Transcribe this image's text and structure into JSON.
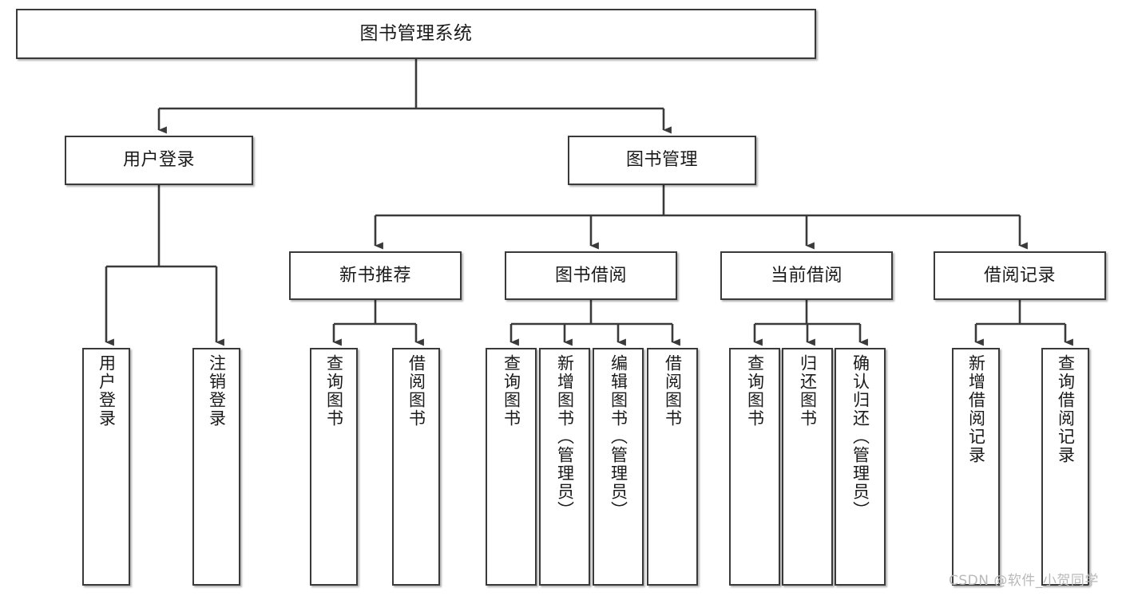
{
  "diagram": {
    "title": "图书管理系统",
    "watermark": "CSDN @软件_小贺同学",
    "line_color": "#3a3a3a",
    "box_fill": "#ffffff",
    "text_color": "#1a1a1a",
    "nodes": {
      "root": {
        "label": "图书管理系统"
      },
      "level2": [
        {
          "id": "user-login",
          "label": "用户登录"
        },
        {
          "id": "book-manage",
          "label": "图书管理"
        }
      ],
      "level3": [
        {
          "id": "new-book-recommend",
          "label": "新书推荐"
        },
        {
          "id": "book-borrow",
          "label": "图书借阅"
        },
        {
          "id": "current-borrow",
          "label": "当前借阅"
        },
        {
          "id": "borrow-record",
          "label": "借阅记录"
        }
      ],
      "leaves": {
        "user_login": [
          {
            "id": "leaf-user-login",
            "label": "用户登录"
          },
          {
            "id": "leaf-user-logout",
            "label": "注销登录"
          }
        ],
        "new_book_recommend": [
          {
            "id": "leaf-query-book-1",
            "label": "查询图书"
          },
          {
            "id": "leaf-borrow-book-1",
            "label": "借阅图书"
          }
        ],
        "book_borrow": [
          {
            "id": "leaf-query-book-2",
            "label": "查询图书"
          },
          {
            "id": "leaf-add-book",
            "label": "新增图书（管理员）"
          },
          {
            "id": "leaf-edit-book",
            "label": "编辑图书（管理员）"
          },
          {
            "id": "leaf-borrow-book-2",
            "label": "借阅图书"
          }
        ],
        "current_borrow": [
          {
            "id": "leaf-query-book-3",
            "label": "查询图书"
          },
          {
            "id": "leaf-return-book",
            "label": "归还图书"
          },
          {
            "id": "leaf-confirm-return",
            "label": "确认归还（管理员）"
          }
        ],
        "borrow_record": [
          {
            "id": "leaf-add-record",
            "label": "新增借阅记录"
          },
          {
            "id": "leaf-query-record",
            "label": "查询借阅记录"
          }
        ]
      }
    }
  }
}
